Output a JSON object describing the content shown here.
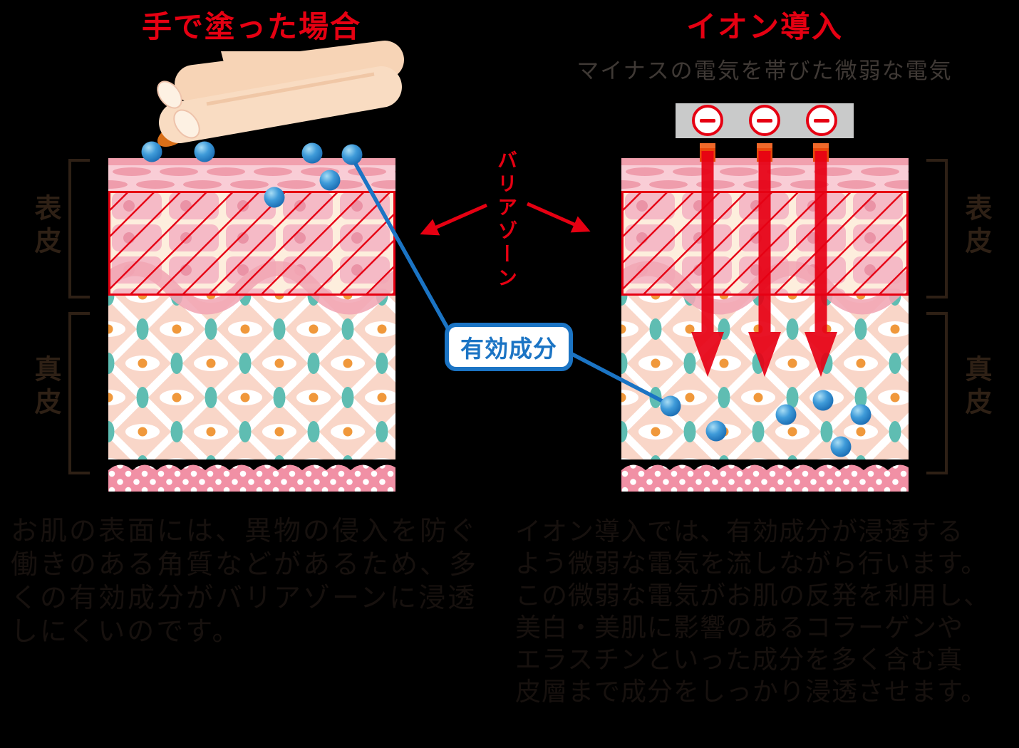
{
  "page": {
    "background_color": "#000000"
  },
  "left_panel": {
    "title": "手で塗った場合",
    "caption_lines": [
      "お肌の表面には、異物の侵入を防ぐ",
      "働きのある角質などがあるため、多",
      "くの有効成分がバリアゾーンに浸透",
      "しにくいのです。"
    ]
  },
  "right_panel": {
    "title": "イオン導入",
    "subtitle": "マイナスの電気を帯びた微弱な電気",
    "caption_lines": [
      "イオン導入では、有効成分が浸透する",
      "よう微弱な電気を流しながら行います。",
      "この微弱な電気がお肌の反発を利用し、",
      "美白・美肌に影響のあるコラーゲンや",
      "エラスチンといった成分を多く含む真",
      "皮層まで成分をしっかり浸透させます。"
    ]
  },
  "labels": {
    "epidermis": "表皮",
    "dermis": "真皮",
    "barrier_zone": "バリアゾーン",
    "active_ingredient": "有効成分"
  },
  "colors": {
    "accent_red": "#e60012",
    "ingredient_blue": "#1b74c4",
    "electrode_bar_gray": "#c9caca",
    "skin_pink": "#f9cdd6",
    "dermis_peach": "#f9d6c8",
    "teal_cell": "#5fbdb2",
    "orange_dot": "#f0983b",
    "label_brown": "#2e2015",
    "caption_dark": "#17110e"
  }
}
